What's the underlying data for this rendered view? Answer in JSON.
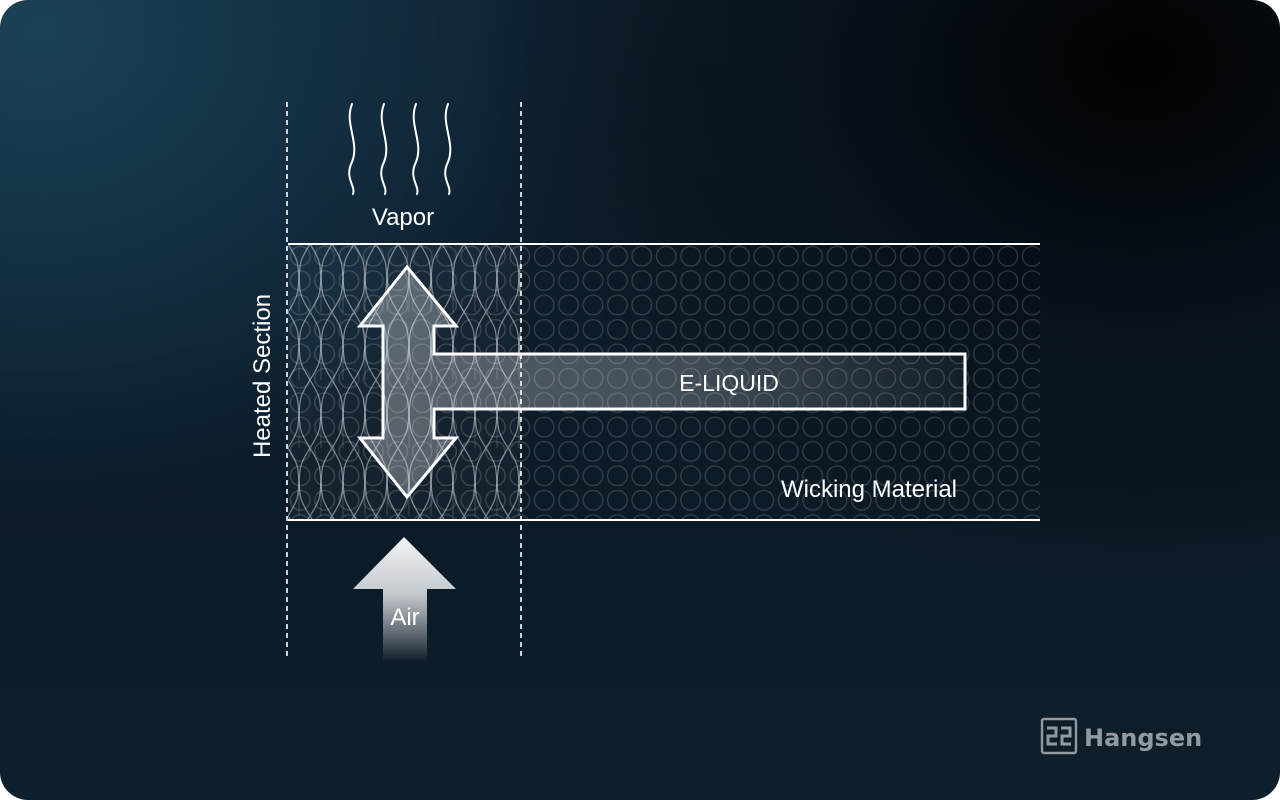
{
  "diagram": {
    "labels": {
      "vapor": "Vapor",
      "heated_section": "Heated Section",
      "e_liquid": "E-LIQUID",
      "wicking_material": "Wicking Material",
      "air": "Air"
    }
  },
  "brand": {
    "name": "Hangsen",
    "logo_color": "#8f9aa3"
  },
  "colors": {
    "background_dark": "#0b1a27",
    "background_light": "#1c4156",
    "lines": "#ffffff"
  }
}
